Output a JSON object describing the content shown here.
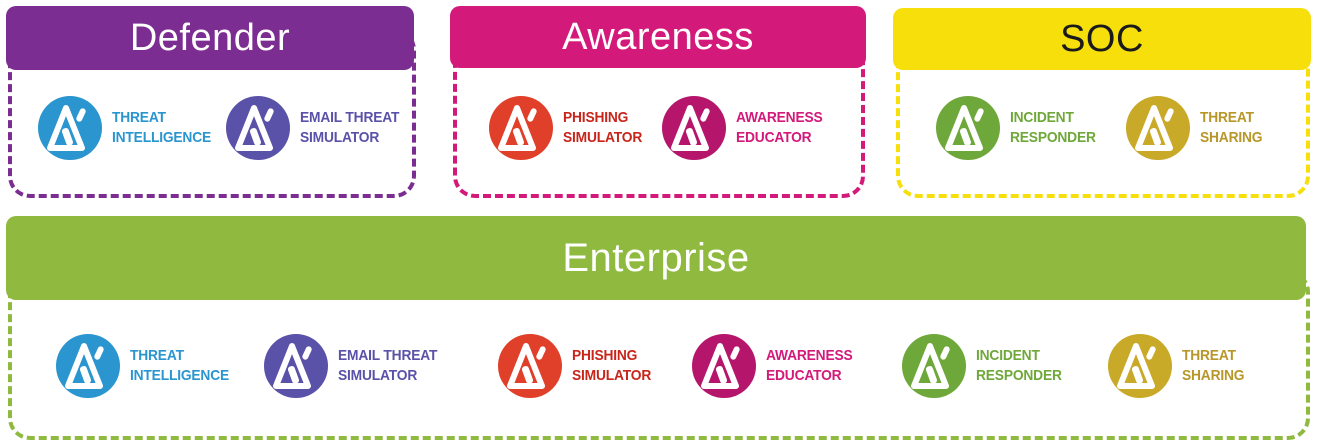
{
  "groups": {
    "defender": {
      "title": "Defender",
      "color": "#7b2d91",
      "products": [
        {
          "line1": "THREAT",
          "line2": "INTELLIGENCE",
          "color": "#2a95cf",
          "icon": "threat-intelligence-icon"
        },
        {
          "line1": "EMAIL THREAT",
          "line2": "SIMULATOR",
          "color": "#5a51a8",
          "icon": "email-threat-simulator-icon"
        }
      ]
    },
    "awareness": {
      "title": "Awareness",
      "color": "#d3197a",
      "products": [
        {
          "line1": "PHISHING",
          "line2": "SIMULATOR",
          "color": "#e0402a",
          "icon": "phishing-simulator-icon"
        },
        {
          "line1": "AWARENESS",
          "line2": "EDUCATOR",
          "color": "#b5166b",
          "icon": "awareness-educator-icon"
        }
      ]
    },
    "soc": {
      "title": "SOC",
      "color": "#f7df0b",
      "products": [
        {
          "line1": "INCIDENT",
          "line2": "RESPONDER",
          "color": "#6fa83a",
          "icon": "incident-responder-icon"
        },
        {
          "line1": "THREAT",
          "line2": "SHARING",
          "color": "#c9a928",
          "icon": "threat-sharing-icon"
        }
      ]
    },
    "enterprise": {
      "title": "Enterprise",
      "color": "#8fba3f",
      "products": [
        {
          "line1": "THREAT",
          "line2": "INTELLIGENCE",
          "color": "#2a95cf",
          "icon": "threat-intelligence-icon"
        },
        {
          "line1": "EMAIL THREAT",
          "line2": "SIMULATOR",
          "color": "#5a51a8",
          "icon": "email-threat-simulator-icon"
        },
        {
          "line1": "PHISHING",
          "line2": "SIMULATOR",
          "color": "#e0402a",
          "icon": "phishing-simulator-icon"
        },
        {
          "line1": "AWARENESS",
          "line2": "EDUCATOR",
          "color": "#b5166b",
          "icon": "awareness-educator-icon"
        },
        {
          "line1": "INCIDENT",
          "line2": "RESPONDER",
          "color": "#6fa83a",
          "icon": "incident-responder-icon"
        },
        {
          "line1": "THREAT",
          "line2": "SHARING",
          "color": "#c9a928",
          "icon": "threat-sharing-icon"
        }
      ]
    }
  }
}
